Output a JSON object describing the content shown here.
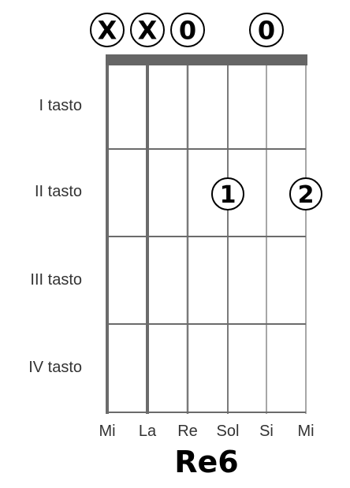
{
  "chord": {
    "name": "Re6"
  },
  "strings": [
    "Mi",
    "La",
    "Re",
    "Sol",
    "Si",
    "Mi"
  ],
  "frets": [
    "I tasto",
    "II tasto",
    "III tasto",
    "IV tasto"
  ],
  "open_muted": [
    {
      "string": 0,
      "mark": "X"
    },
    {
      "string": 1,
      "mark": "X"
    },
    {
      "string": 2,
      "mark": "0"
    },
    {
      "string": 4,
      "mark": "0"
    }
  ],
  "fingers": [
    {
      "string": 3,
      "fret": 2,
      "label": "1"
    },
    {
      "string": 5,
      "fret": 2,
      "label": "2"
    }
  ],
  "colors": {
    "grid": "#6b6b6b",
    "nut": "#666666",
    "text": "#000000",
    "label": "#333333"
  }
}
